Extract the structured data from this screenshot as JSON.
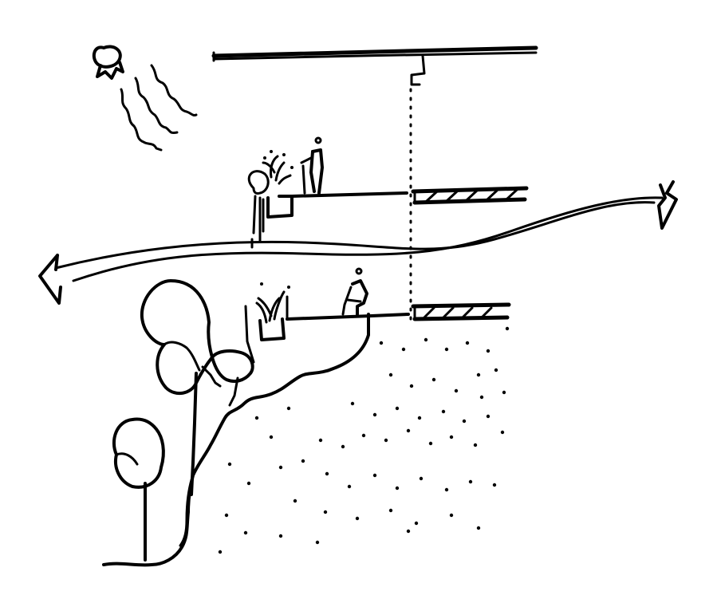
{
  "figure": {
    "type": "hand-drawn architectural section sketch",
    "ink_color": "#000000",
    "background_color": "#ffffff"
  },
  "elements": {
    "sun": "sun-icon",
    "sun_rays": 3,
    "upper_person": "standing-person-icon",
    "lower_person": "seated-person-icon",
    "planters": 2,
    "trees": 2,
    "wind_arrow": "double-headed-airflow-arrow"
  }
}
